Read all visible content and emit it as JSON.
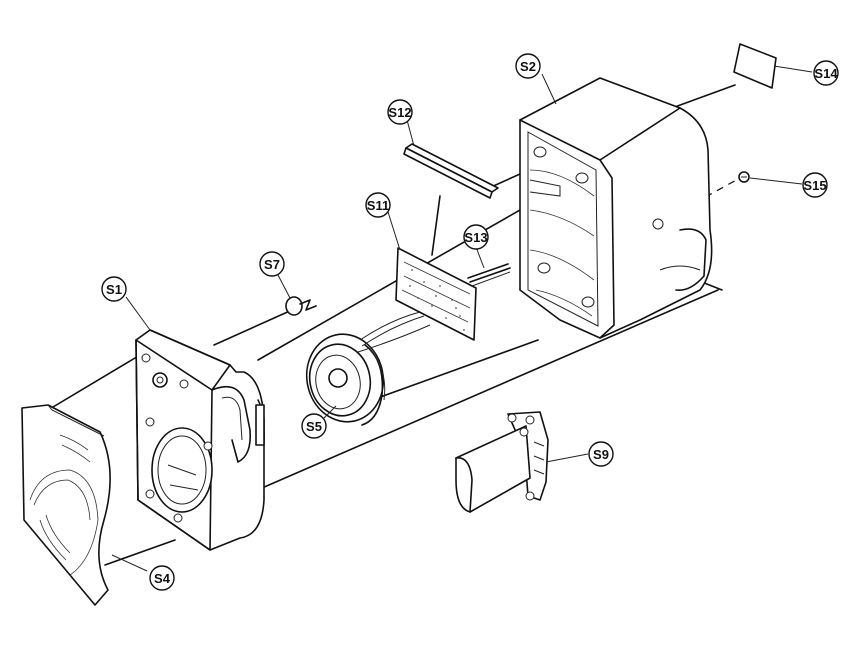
{
  "diagram": {
    "callouts": {
      "s1": "S1",
      "s2": "S2",
      "s4": "S4",
      "s5": "S5",
      "s7": "S7",
      "s9": "S9",
      "s11": "S11",
      "s12": "S12",
      "s13": "S13",
      "s14": "S14",
      "s15": "S15"
    }
  }
}
